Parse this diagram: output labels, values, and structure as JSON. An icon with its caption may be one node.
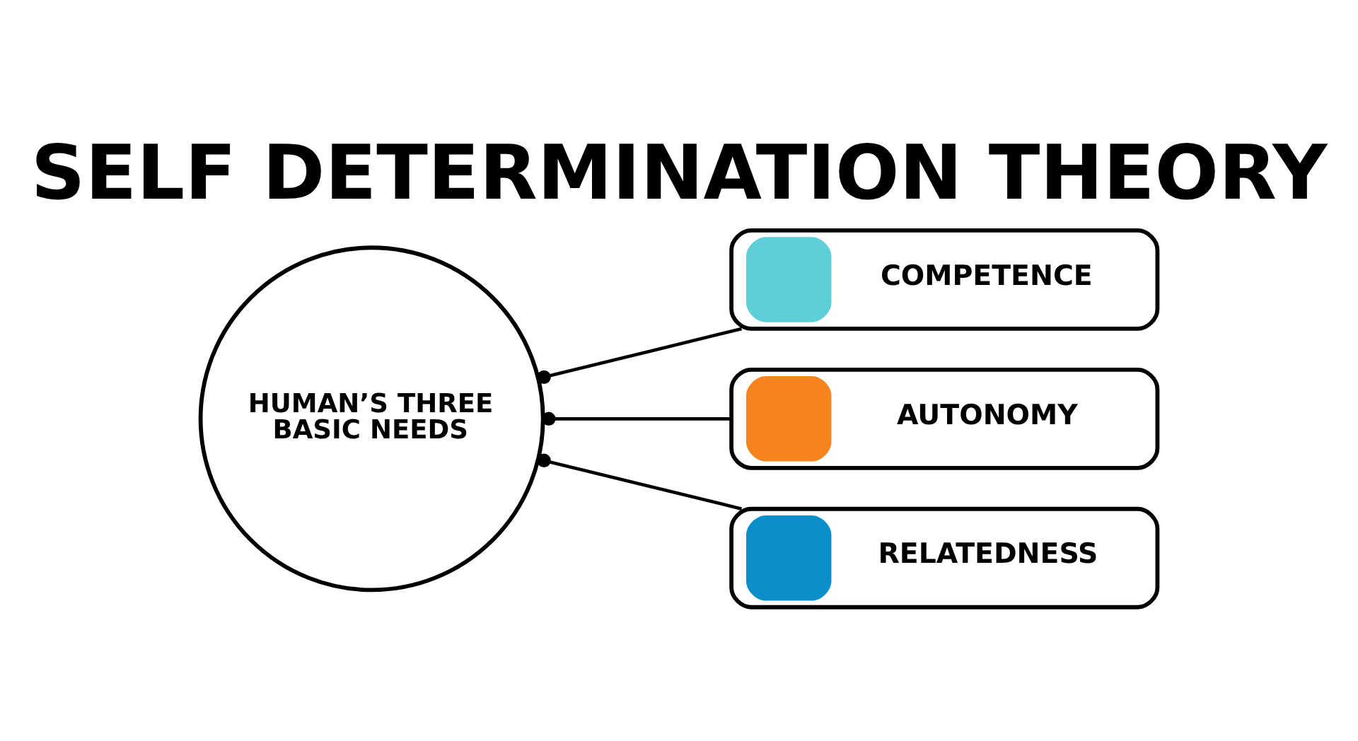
{
  "diagram": {
    "title": "SELF DETERMINATION THEORY",
    "nodes": [
      {
        "text": [
          "HUMAN’S THREE BASIC NEEDS"
        ]
      },
      {
        "text": [
          "COMPETENCE"
        ]
      },
      {
        "text": [
          "AUTONOMY"
        ]
      },
      {
        "text": [
          "RELATEDNESS"
        ]
      }
    ],
    "edges": [
      {
        "from": 0,
        "to": 1,
        "arrow": "other"
      },
      {
        "from": 0,
        "to": 2,
        "arrow": "other"
      },
      {
        "from": 0,
        "to": 3,
        "arrow": "other"
      }
    ]
  }
}
